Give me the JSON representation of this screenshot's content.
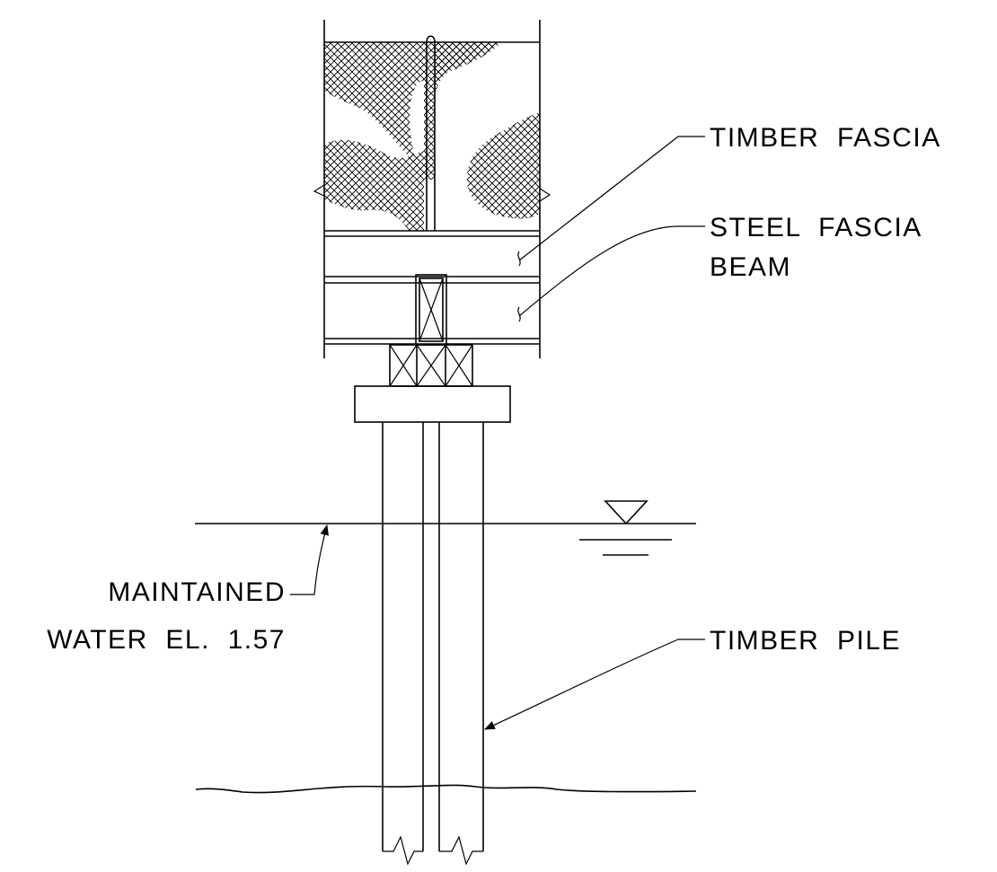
{
  "labels": {
    "timber_fascia": "TIMBER  FASCIA",
    "steel_fascia_line1": "STEEL  FASCIA",
    "steel_fascia_line2": "BEAM",
    "maintained_line1": "MAINTAINED",
    "maintained_line2": "WATER  EL.  1.57",
    "timber_pile": "TIMBER  PILE"
  },
  "colors": {
    "line": "#000000",
    "background": "#ffffff"
  }
}
